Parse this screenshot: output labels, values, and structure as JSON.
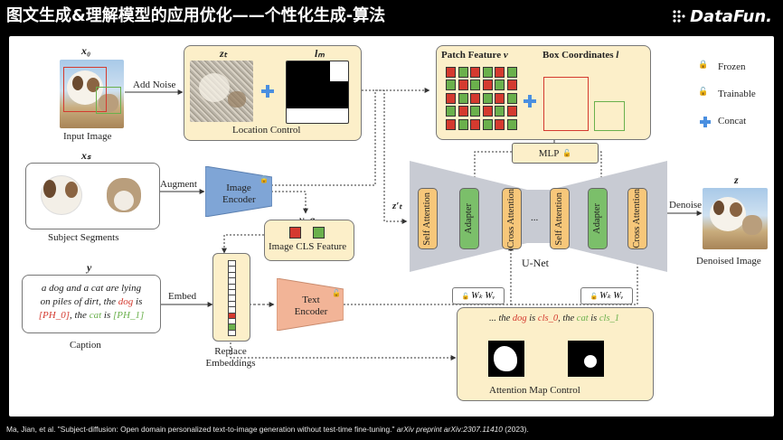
{
  "title": "图文生成&理解模型的应用优化——个性化生成-算法",
  "logo": "DataFun.",
  "citation": {
    "main": "Ma, Jian, et al. \"Subject-diffusion: Open domain personalized text-to-image generation without test-time fine-tuning.\"",
    "journal": "arXiv preprint arXiv:2307.11410",
    "year": "(2023)."
  },
  "diagram": {
    "x0_symbol": "x₀",
    "input_image_label": "Input Image",
    "add_noise_label": "Add Noise",
    "zt_symbol": "zₜ",
    "lm_symbol": "lₘ",
    "location_control_label": "Location Control",
    "xs_symbol": "xₛ",
    "subject_segments_label": "Subject Segments",
    "augment_label": "Augment",
    "image_encoder_label": "Image Encoder",
    "vg_symbol": "v_g",
    "image_cls_label": "Image CLS Feature",
    "y_symbol": "y",
    "caption": {
      "line1": "a dog and a cat are lying",
      "line2a": "on piles of dirt, the ",
      "line2b": "dog",
      "line2c": " is",
      "line3a": "[PH_0]",
      "line3b": ", the ",
      "line3c": "cat",
      "line3d": " is ",
      "line3e": "[PH_1]"
    },
    "caption_label": "Caption",
    "embed_label": "Embed",
    "replace_label": "Replace Embeddings",
    "text_encoder_label": "Text Encoder",
    "patch_feature_label": "Patch Feature",
    "patch_feature_symbol": "v",
    "box_coords_label": "Box Coordinates",
    "box_coords_symbol": "l",
    "mlp_label": "MLP",
    "legend": {
      "frozen": "Frozen",
      "trainable": "Trainable",
      "concat": "Concat"
    },
    "zt_prime_symbol": "z′ₜ",
    "self_attention": "Self Attention",
    "adapter": "Adapter",
    "cross_attention": "Cross Attention",
    "ellipsis": "...",
    "unet_label": "U-Net",
    "denoise_label": "Denoise",
    "z_symbol": "z",
    "denoised_label": "Denoised Image",
    "wk_wv": "Wₖ  Wᵥ",
    "attn_caption": {
      "p1": "... the ",
      "p2": "dog",
      "p3": " is ",
      "p4": "cls_0",
      "p5": ", the ",
      "p6": "cat",
      "p7": " is ",
      "p8": "cls_1"
    },
    "attention_map_label": "Attention Map Control"
  },
  "colors": {
    "yellow_box": "#fcefc9",
    "encoder_blue": "#7fa5d6",
    "text_encoder_orange": "#f2b497",
    "adapter_green": "#7bbf6a",
    "attention_orange": "#f7c77a",
    "unet_gray": "#c8cbd3",
    "red": "#d43a2f",
    "green": "#6ab04c",
    "concat_blue": "#4a8fe0"
  }
}
